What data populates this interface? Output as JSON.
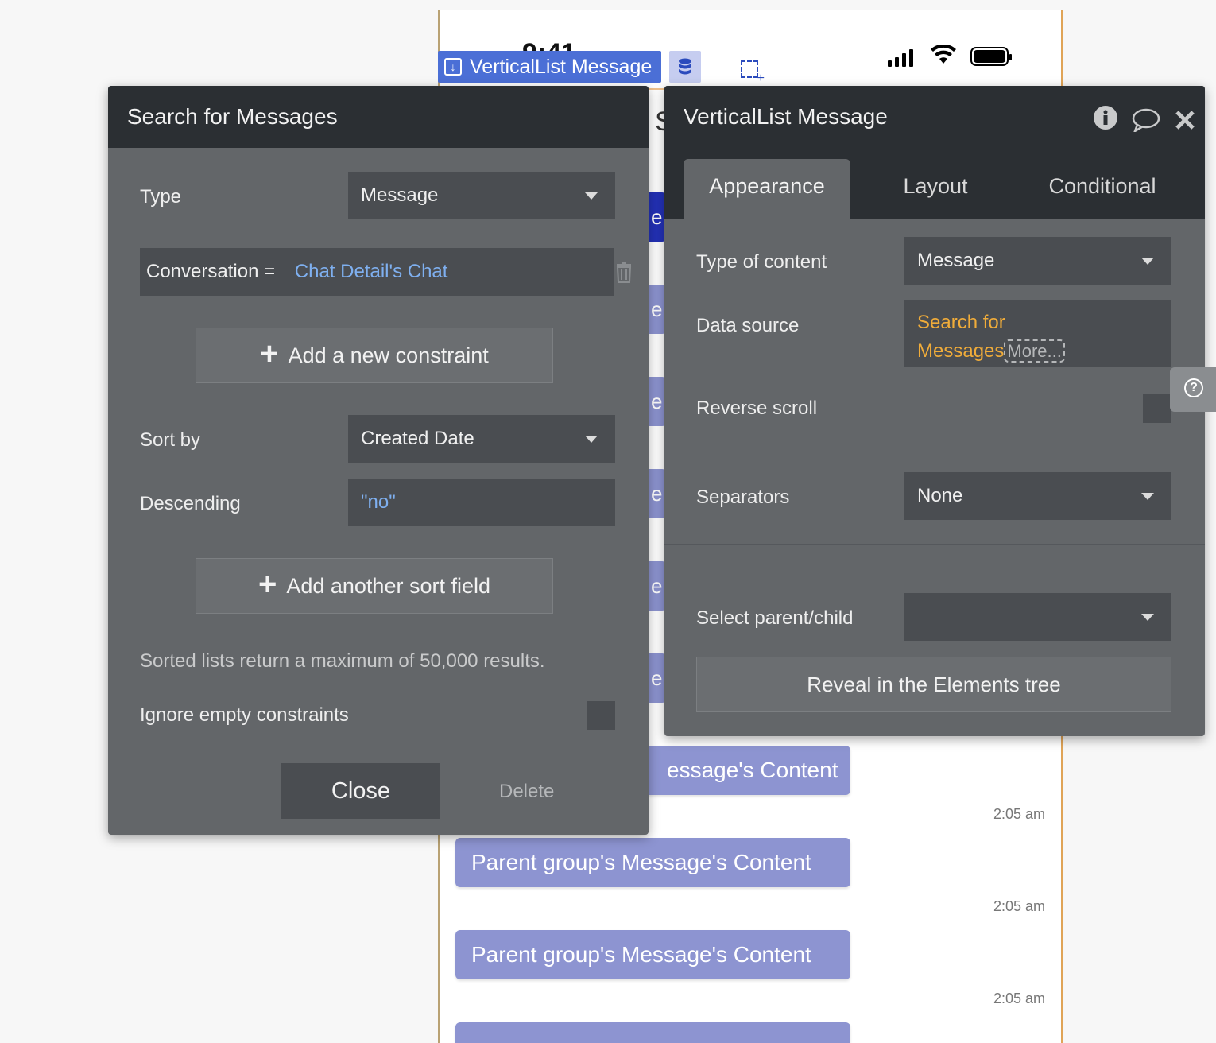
{
  "canvas": {
    "status_time": "9:41",
    "header_letter": "S",
    "stub_letter": "e",
    "messages": [
      {
        "text": "essage's Content",
        "time": "2:05 am"
      },
      {
        "text": "Parent group's Message's Content",
        "time": "2:05 am"
      },
      {
        "text": "Parent group's Message's Content",
        "time": "2:05 am"
      },
      {
        "text": "",
        "time": ""
      }
    ]
  },
  "chip": {
    "label": "VerticalList Message"
  },
  "search_panel": {
    "title": "Search for Messages",
    "type_label": "Type",
    "type_value": "Message",
    "constraint_field": "Conversation =",
    "constraint_value": "Chat Detail's Chat",
    "add_constraint": "Add a new constraint",
    "sort_label": "Sort by",
    "sort_value": "Created Date",
    "descending_label": "Descending",
    "descending_value": "\"no\"",
    "add_sort": "Add another sort field",
    "note": "Sorted lists return a maximum of 50,000 results.",
    "ignore_label": "Ignore empty constraints",
    "close": "Close",
    "delete": "Delete"
  },
  "props_panel": {
    "title": "VerticalList Message",
    "tabs": [
      "Appearance",
      "Layout",
      "Conditional"
    ],
    "type_of_content_label": "Type of content",
    "type_of_content_value": "Message",
    "data_source_label": "Data source",
    "data_source_line1": "Search for",
    "data_source_line2": "Messages",
    "data_source_more": "More...",
    "reverse_scroll_label": "Reverse scroll",
    "separators_label": "Separators",
    "separators_value": "None",
    "select_parent_label": "Select parent/child",
    "select_parent_value": "",
    "reveal_button": "Reveal in the Elements tree"
  },
  "colors": {
    "panel": "#636669",
    "panel_header": "#2b2f33",
    "dynamic_blue": "#7fb0f0",
    "dynamic_orange": "#f0ac3a",
    "bubble": "#8d94d1",
    "chip_blue": "#4b6fd6"
  }
}
